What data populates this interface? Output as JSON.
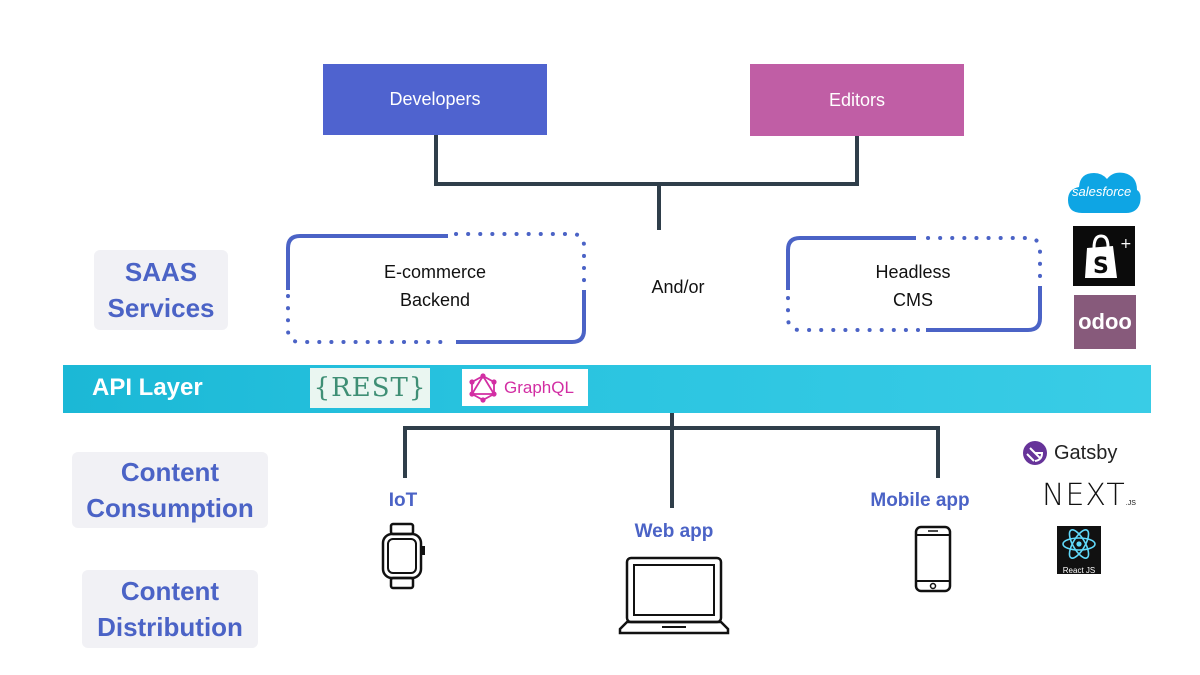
{
  "roles": {
    "developers": "Developers",
    "editors": "Editors"
  },
  "saas": {
    "label_line1": "SAAS",
    "label_line2": "Services",
    "ecommerce_line1": "E-commerce",
    "ecommerce_line2": "Backend",
    "connector": "And/or",
    "cms_line1": "Headless",
    "cms_line2": "CMS"
  },
  "api": {
    "label": "API Layer",
    "rest": "{REST}",
    "graphql": "GraphQL"
  },
  "consumption": {
    "label_line1": "Content",
    "label_line2": "Consumption"
  },
  "distribution": {
    "label_line1": "Content",
    "label_line2": "Distribution"
  },
  "devices": {
    "iot": "IoT",
    "web": "Web app",
    "mobile": "Mobile app"
  },
  "logos": {
    "salesforce": "salesforce",
    "odoo": "odoo",
    "gatsby": "Gatsby",
    "next": "NEXT",
    "next_suffix": ".JS",
    "react": "React JS"
  },
  "colors": {
    "developers": "#4f63cf",
    "editors": "#c05ea5",
    "accent_blue": "#4b63c6",
    "api_band": "#22bcd9",
    "lines": "#2f3e4a"
  }
}
